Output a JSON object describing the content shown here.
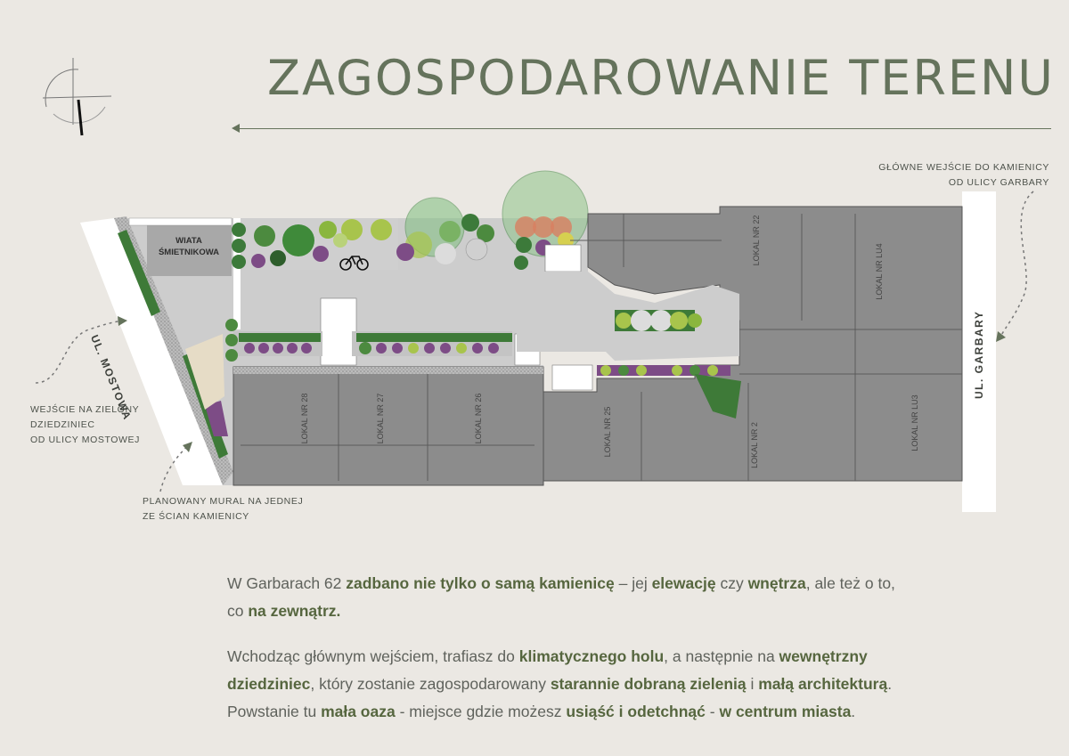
{
  "title": "ZAGOSPODAROWANIE TERENU",
  "annotations": {
    "main_entrance_line1": "GŁÓWNE WEJŚCIE DO KAMIENICY",
    "main_entrance_line2": "OD ULICY GARBARY",
    "courtyard_entry_line1": "WEJŚCIE NA ZIELONY",
    "courtyard_entry_line2": "DZIEDZINIEC",
    "courtyard_entry_line3": "OD ULICY MOSTOWEJ",
    "mural_line1": "PLANOWANY MURAL NA JEDNEJ",
    "mural_line2": "ZE ŚCIAN KAMIENICY"
  },
  "streets": {
    "mostowa": "UL. MOSTOWA",
    "garbary": "UL. GARBARY"
  },
  "plan_labels": {
    "shed_line1": "WIATA",
    "shed_line2": "ŚMIETNIKOWA",
    "units": [
      "LOKAL NR 28",
      "LOKAL NR 27",
      "LOKAL NR 26",
      "LOKAL NR 25",
      "LOKAL NR 22",
      "LOKAL NR LU4",
      "LOKAL NR 2",
      "LOKAL NR LU3"
    ]
  },
  "paragraph1": [
    {
      "t": "W Garbarach 62 ",
      "b": false
    },
    {
      "t": "zadbano nie tylko o samą kamienicę",
      "b": true
    },
    {
      "t": " – jej ",
      "b": false
    },
    {
      "t": "elewację",
      "b": true
    },
    {
      "t": " czy ",
      "b": false
    },
    {
      "t": "wnętrza",
      "b": true
    },
    {
      "t": ", ale też o to,",
      "b": false
    },
    {
      "t": "\n",
      "b": false
    },
    {
      "t": "co ",
      "b": false
    },
    {
      "t": "na zewnątrz.",
      "b": true
    }
  ],
  "paragraph2": [
    {
      "t": "Wchodząc głównym wejściem, trafiasz do ",
      "b": false
    },
    {
      "t": "klimatycznego holu",
      "b": true
    },
    {
      "t": ", a następnie na ",
      "b": false
    },
    {
      "t": "wewnętrzny",
      "b": true
    },
    {
      "t": "\n",
      "b": false
    },
    {
      "t": "dziedziniec",
      "b": true
    },
    {
      "t": ", który zostanie zagospodarowany ",
      "b": false
    },
    {
      "t": "starannie dobraną zielenią",
      "b": true
    },
    {
      "t": " i ",
      "b": false
    },
    {
      "t": "małą architekturą",
      "b": true
    },
    {
      "t": ".",
      "b": false
    },
    {
      "t": "\n",
      "b": false
    },
    {
      "t": "Powstanie tu ",
      "b": false
    },
    {
      "t": "mała oaza",
      "b": true
    },
    {
      "t": " - miejsce gdzie możesz ",
      "b": false
    },
    {
      "t": "usiąść i odetchnąć",
      "b": true
    },
    {
      "t": " - ",
      "b": false
    },
    {
      "t": "w centrum miasta",
      "b": true
    },
    {
      "t": ".",
      "b": false
    }
  ],
  "colors": {
    "accent": "#65735c",
    "building": "#8c8c8c",
    "courtyard": "#c8c8c8",
    "green_dark": "#3f7a3a",
    "green_light": "#a9c46a",
    "purple": "#7d4c86"
  }
}
